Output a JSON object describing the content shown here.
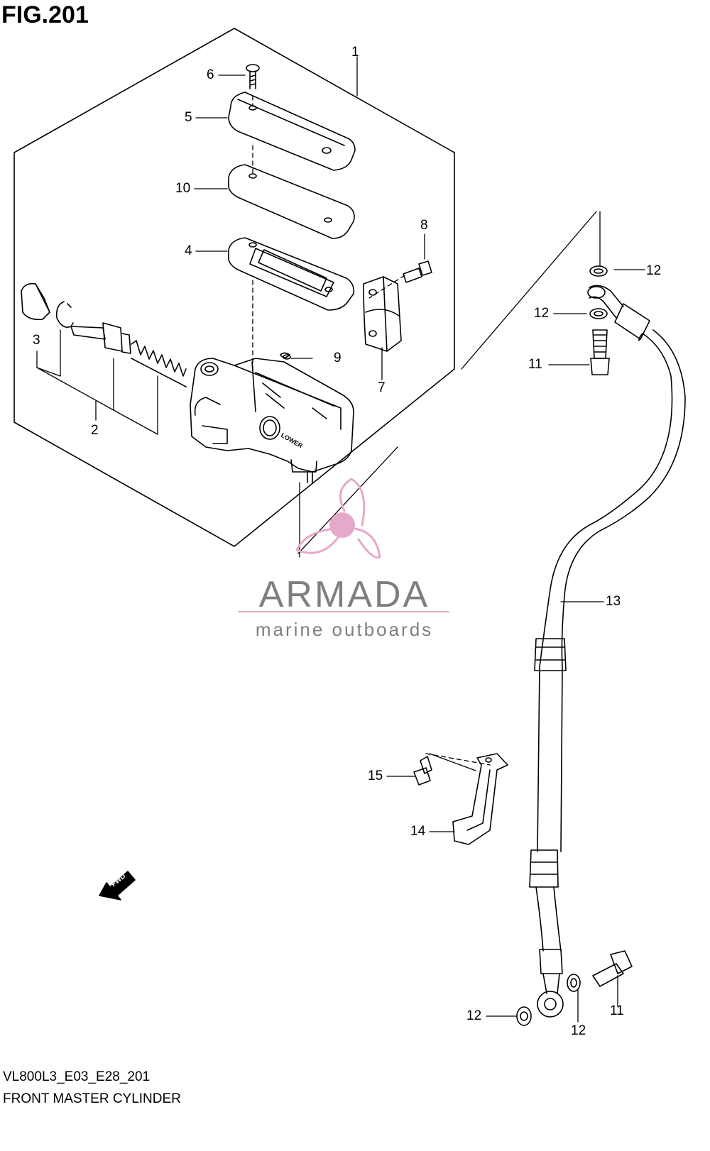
{
  "figure": {
    "title": "FIG.201",
    "model_code": "VL800L3_E03_E28_201",
    "caption": "FRONT MASTER CYLINDER"
  },
  "callouts": [
    "1",
    "2",
    "3",
    "4",
    "5",
    "6",
    "7",
    "8",
    "9",
    "10",
    "11",
    "11",
    "12",
    "12",
    "12",
    "12",
    "13",
    "14",
    "15"
  ],
  "direction_marker": {
    "text": "FWD",
    "icon": "arrow-icon"
  },
  "body_marking": "LOWER",
  "watermark": {
    "brand": "ARMADA",
    "tagline": "marine outboards",
    "icon": "propeller-logo",
    "colors": {
      "logo": "#e7a9c9",
      "text": "#7f7f7f",
      "underline": "#e7a9c9"
    }
  },
  "colors": {
    "line": "#000000",
    "background": "#ffffff"
  }
}
